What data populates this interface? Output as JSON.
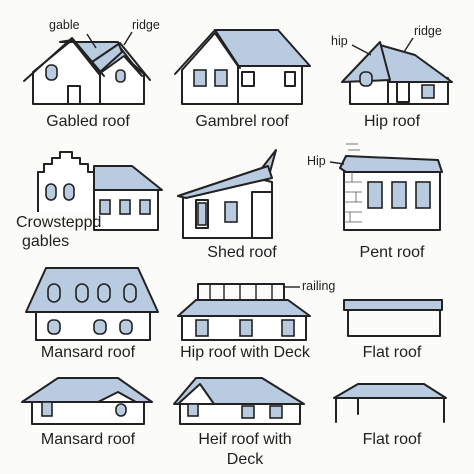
{
  "colors": {
    "roof": "#b9cbe0",
    "stroke": "#222222",
    "background": "#fbfbf9"
  },
  "captions": {
    "gabled": "Gabled roof",
    "gambrel": "Gambrel roof",
    "hip": "Hip roof",
    "crowstepped_line1": "Crowsteppd",
    "crowstepped_line2": "gables",
    "shed": "Shed roof",
    "pent": "Pent roof",
    "mansard": "Mansard roof",
    "hip_deck": "Hip roof with Deck",
    "flat": "Flat roof",
    "mansard_2": "Mansard roof",
    "heif_line1": "Heif roof with",
    "heif_line2": "Deck",
    "flat_2": "Flat roof"
  },
  "annotations": {
    "gable": "gable",
    "ridge": "ridge",
    "hip": "hip",
    "ridge_2": "ridge",
    "hip_2": "Hip",
    "railing": "railing"
  }
}
